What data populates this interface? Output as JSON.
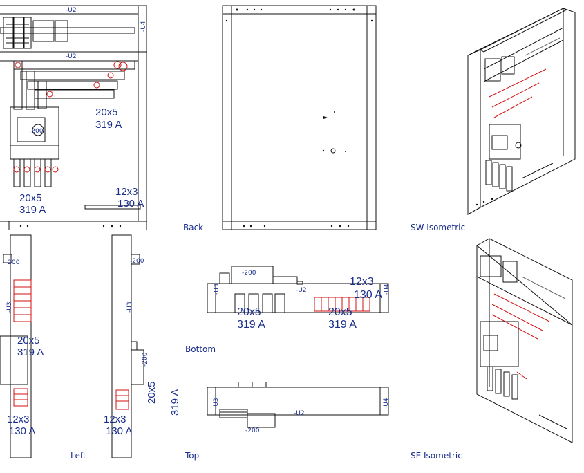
{
  "views": {
    "back": "Back",
    "sw_isometric": "SW Isometric",
    "bottom": "Bottom",
    "left": "Left",
    "top": "Top",
    "se_isometric": "SE Isometric"
  },
  "tags": {
    "u2_top": "-U2",
    "u2_mid": "-U2",
    "u4": "-U4",
    "u3": "-U3",
    "u3_left": "-U3",
    "u3_right": "-U3",
    "u2_bottom": "-U2",
    "u4_bottom": "-U4",
    "u3_top": "-U3",
    "u2_top_view": "-U2",
    "u4_top_view": "-U4",
    "q200": "-200",
    "q200_top": "-200",
    "q200_bottom": "-200",
    "q200_right": "-200",
    "q200_right_side": "-200"
  },
  "busbars": {
    "front_upper": {
      "size": "20x5",
      "current": "319 A"
    },
    "front_lower": {
      "size": "20x5",
      "current": "319 A"
    },
    "front_small": {
      "size": "12x3",
      "current": "130 A"
    },
    "bottom_left": {
      "size": "20x5",
      "current": "319 A"
    },
    "bottom_right": {
      "size": "20x5",
      "current": "319 A"
    },
    "bottom_small": {
      "size": "12x3",
      "current": "130 A"
    },
    "left_main": {
      "size": "20x5",
      "current": "319 A"
    },
    "left_small": {
      "size": "12x3",
      "current": "130 A"
    },
    "right_main": {
      "size": "20x5",
      "current": "319 A"
    },
    "right_small": {
      "size": "12x3",
      "current": "130 A"
    }
  }
}
